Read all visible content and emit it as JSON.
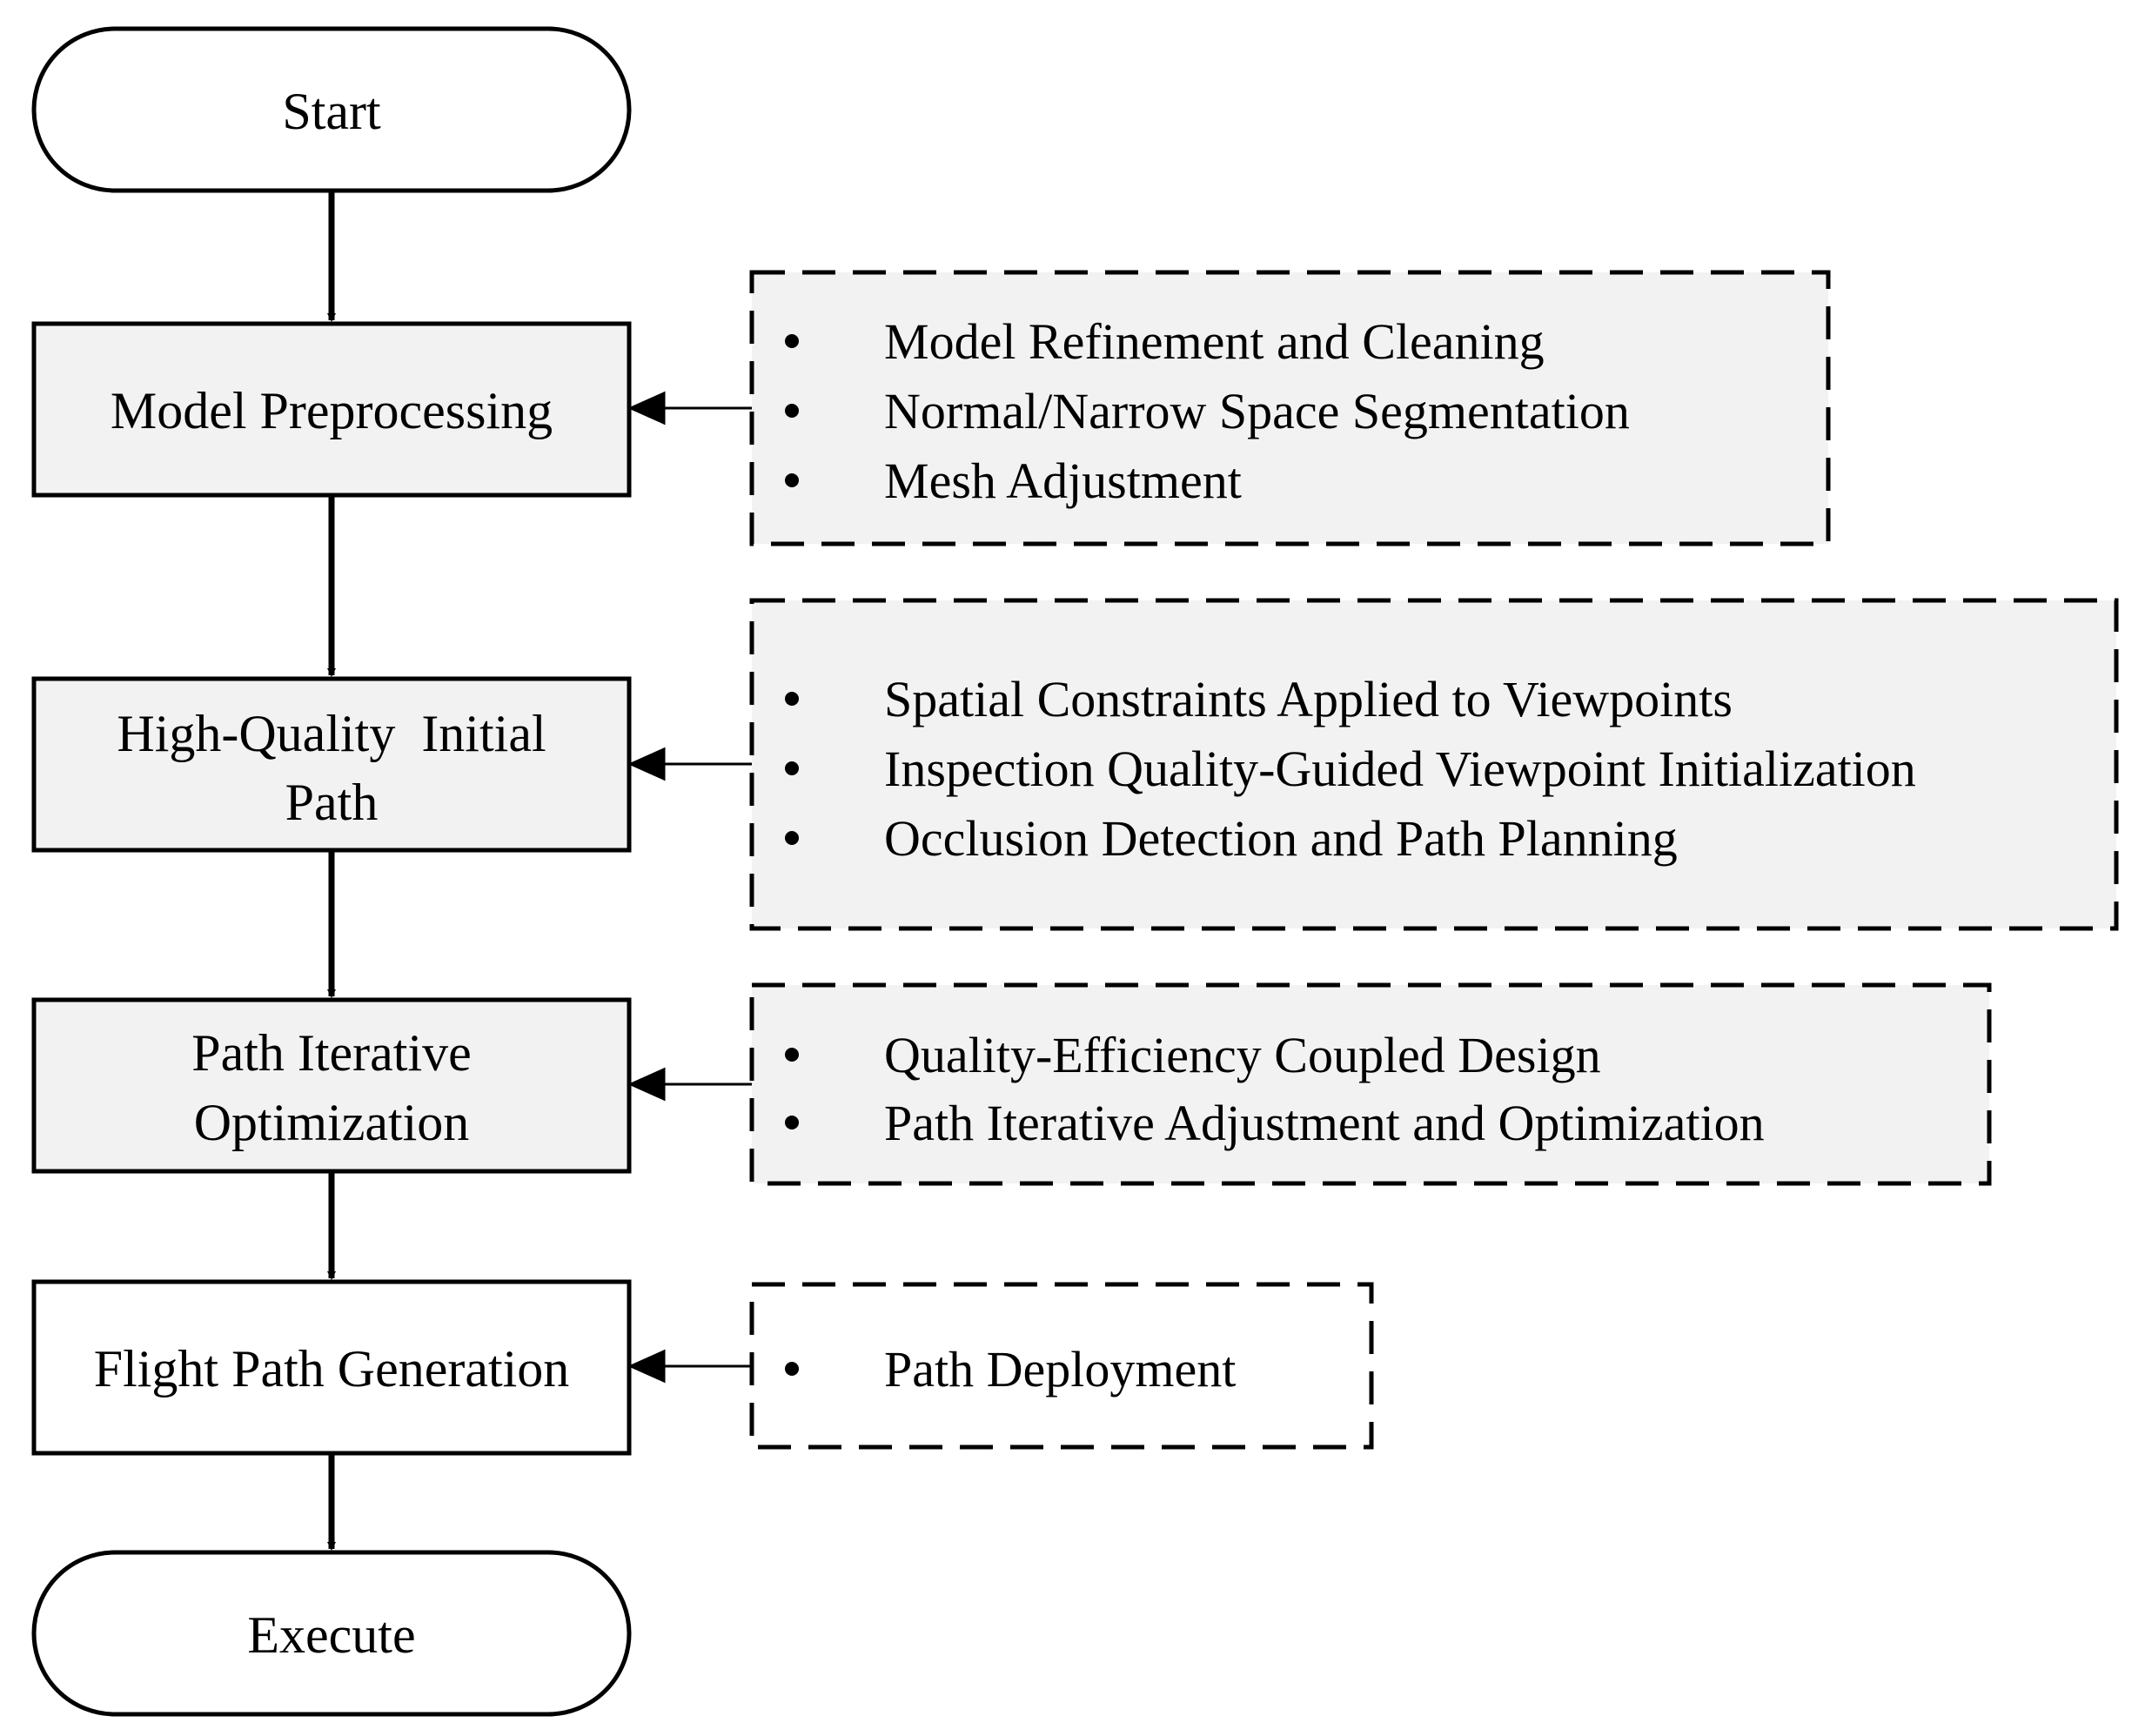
{
  "colors": {
    "stroke": "#000000",
    "box_fill": "#f2f2f2",
    "plain_fill": "#ffffff"
  },
  "flow": {
    "start": "Start",
    "steps": [
      {
        "lines": [
          "Model Preprocessing"
        ]
      },
      {
        "lines": [
          "High-Quality  Initial",
          "Path"
        ]
      },
      {
        "lines": [
          "Path Iterative",
          "Optimization"
        ]
      },
      {
        "lines": [
          "Flight Path Generation"
        ]
      }
    ],
    "end": "Execute"
  },
  "details": [
    {
      "items": [
        "Model Refinement and Cleaning",
        "Normal/Narrow Space Segmentation",
        "Mesh Adjustment"
      ]
    },
    {
      "items": [
        "Spatial Constraints Applied to Viewpoints",
        "Inspection Quality-Guided Viewpoint Initialization",
        "Occlusion Detection and Path Planning"
      ]
    },
    {
      "items": [
        "Quality-Efficiency Coupled Design",
        "Path Iterative Adjustment and Optimization"
      ]
    },
    {
      "items": [
        "Path Deployment"
      ]
    }
  ]
}
